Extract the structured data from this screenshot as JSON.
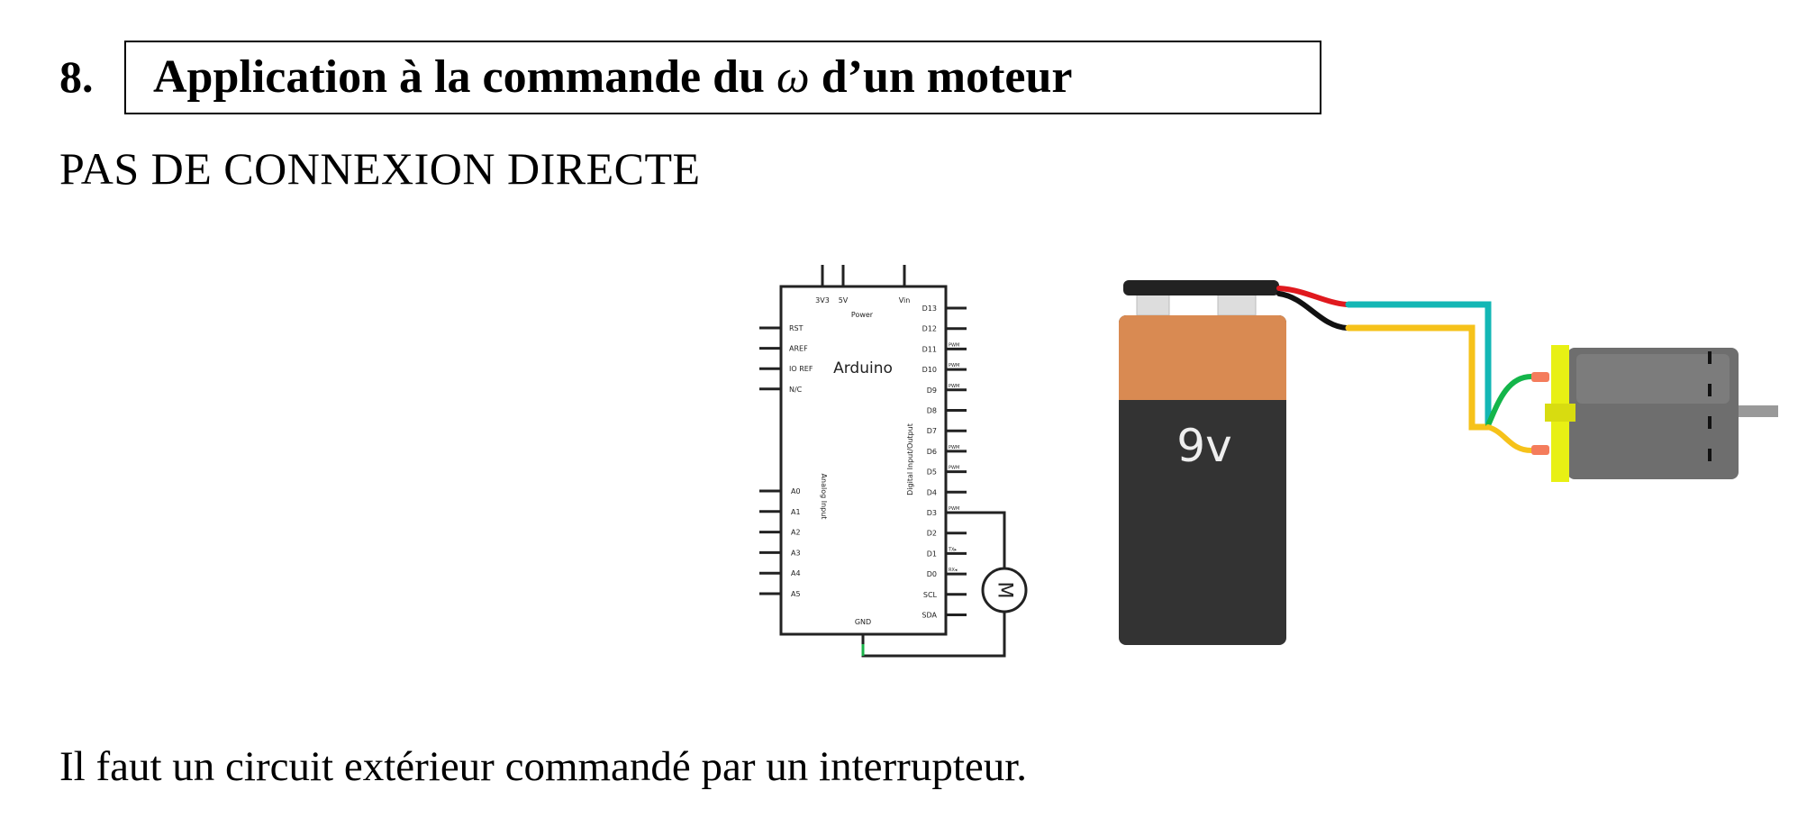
{
  "section": {
    "number": "8.",
    "title_before": "Application à la commande du ",
    "title_symbol": "ω",
    "title_after": " d’un moteur"
  },
  "subtitle": "PAS DE CONNEXION DIRECTE",
  "conclusion": "Il faut un circuit extérieur commandé par un interrupteur.",
  "schematic": {
    "board_label": "Arduino",
    "power_group": "Power",
    "top_pins": [
      "3V3",
      "5V",
      "Vin"
    ],
    "left_pins_top": [
      "RST",
      "AREF",
      "IO REF",
      "N/C"
    ],
    "left_pins_analog": [
      "A0",
      "A1",
      "A2",
      "A3",
      "A4",
      "A5"
    ],
    "analog_group": "Analog Input",
    "digital_group": "Digital Input/Output",
    "right_pins": [
      "D13",
      "D12",
      "D11",
      "D10",
      "D9",
      "D8",
      "D7",
      "D6",
      "D5",
      "D4",
      "D3",
      "D2",
      "D1",
      "D0",
      "SCL",
      "SDA"
    ],
    "right_pin_tags": [
      "",
      "",
      "PWM",
      "PWM",
      "PWM",
      "",
      "",
      "PWM",
      "PWM",
      "",
      "PWM",
      "",
      "TX▸",
      "RX◂",
      "",
      ""
    ],
    "gnd": "GND",
    "motor_symbol": "M"
  },
  "battery": {
    "label": "9v",
    "colors": {
      "top": "#d98a52",
      "body": "#333333",
      "cap": "#222222"
    }
  },
  "wires": {
    "red": "#e0191e",
    "black": "#111111",
    "teal": "#13b7b5",
    "yellow": "#f6c21a",
    "green": "#13b54a"
  },
  "motor": {
    "plate": "#e8f014",
    "body": "#6e6e6e"
  }
}
